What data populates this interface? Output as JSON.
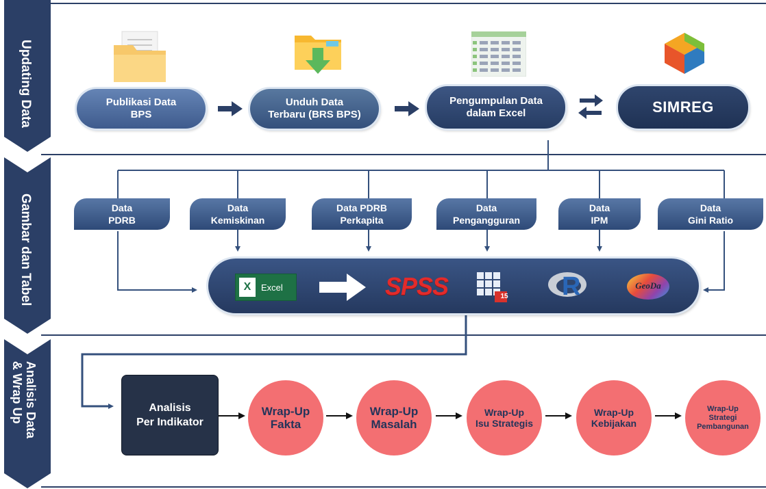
{
  "sections": [
    {
      "label": "Updating Data"
    },
    {
      "label": "Gambar dan Tabel"
    },
    {
      "label_line1": "Analisis Data",
      "label_line2": "& Wrap Up"
    }
  ],
  "flow1": {
    "step1_line1": "Publikasi Data",
    "step1_line2": "BPS",
    "step2_line1": "Unduh Data",
    "step2_line2": "Terbaru (BRS BPS)",
    "step3_line1": "Pengumpulan Data",
    "step3_line2": "dalam Excel",
    "step4": "SIMREG"
  },
  "data_tags": [
    {
      "line1": "Data",
      "line2": "PDRB"
    },
    {
      "line1": "Data",
      "line2": "Kemiskinan"
    },
    {
      "line1": "Data PDRB",
      "line2": "Perkapita"
    },
    {
      "line1": "Data",
      "line2": "Pengangguran"
    },
    {
      "line1": "Data",
      "line2": "IPM"
    },
    {
      "line1": "Data",
      "line2": "Gini Ratio"
    }
  ],
  "tools": {
    "excel": "Excel",
    "spss": "SPSS",
    "minitab_badge": "15",
    "r": "R",
    "geoda": "GeoDa"
  },
  "analysis": {
    "box_line1": "Analisis",
    "box_line2": "Per Indikator",
    "c1_line1": "Wrap-Up",
    "c1_line2": "Fakta",
    "c2_line1": "Wrap-Up",
    "c2_line2": "Masalah",
    "c3_line1": "Wrap-Up",
    "c3_line2": "Isu Strategis",
    "c4_line1": "Wrap-Up",
    "c4_line2": "Kebijakan",
    "c5_line1": "Wrap-Up",
    "c5_line2": "Strategi",
    "c5_line3": "Pembangunan"
  },
  "colors": {
    "navy": "#2b3f66",
    "dark_box": "#263248",
    "circle": "#f36f72",
    "pill_light": "#5e7cae"
  }
}
